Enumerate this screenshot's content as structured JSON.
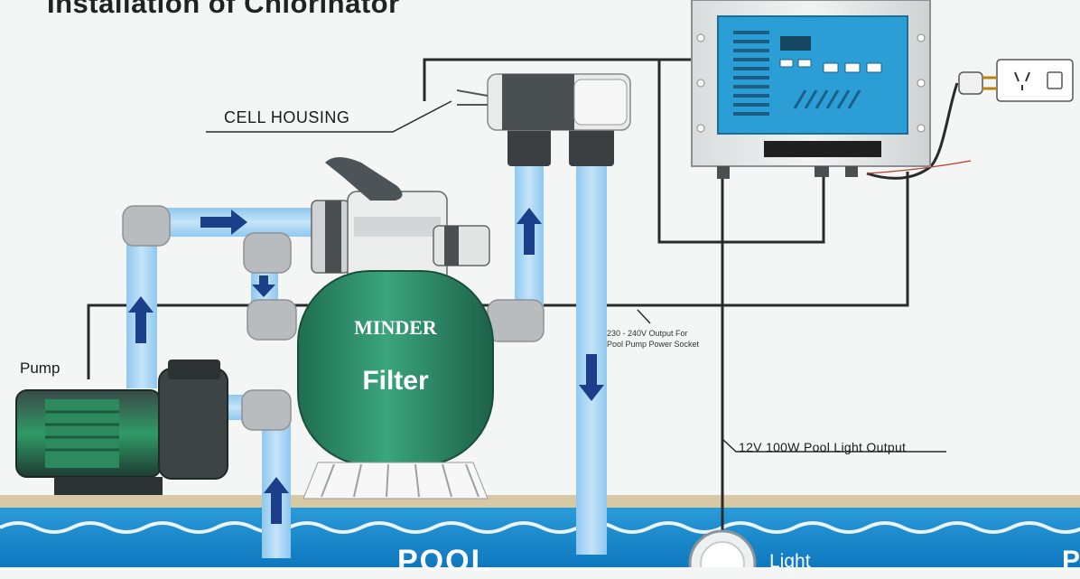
{
  "diagram": {
    "title": "Installation of Chlorinator",
    "labels": {
      "cell_housing": "CELL HOUSING",
      "pump": "Pump",
      "filter_brand": "MINDER",
      "filter": "Filter",
      "power_outlet_line1": "230 - 240V Output For",
      "power_outlet_line2": "Pool Pump Power Socket",
      "light_output": "12V 100W Pool Light Output",
      "pool": "POOL",
      "light": "Light",
      "right_edge": "P"
    },
    "colors": {
      "water": "#1d8fd0",
      "pipe_water": "#a9d6f3",
      "pipe_fitting": "#b8bcbf",
      "filter_tank": "#2f8f6a",
      "controller_panel": "#2b9ed6",
      "flow_arrow": "#1c3f8a",
      "wire": "#2a2a2a"
    },
    "icons": [
      "flow-arrow-icon",
      "power-socket-icon",
      "plug-icon",
      "pool-light-icon"
    ]
  }
}
